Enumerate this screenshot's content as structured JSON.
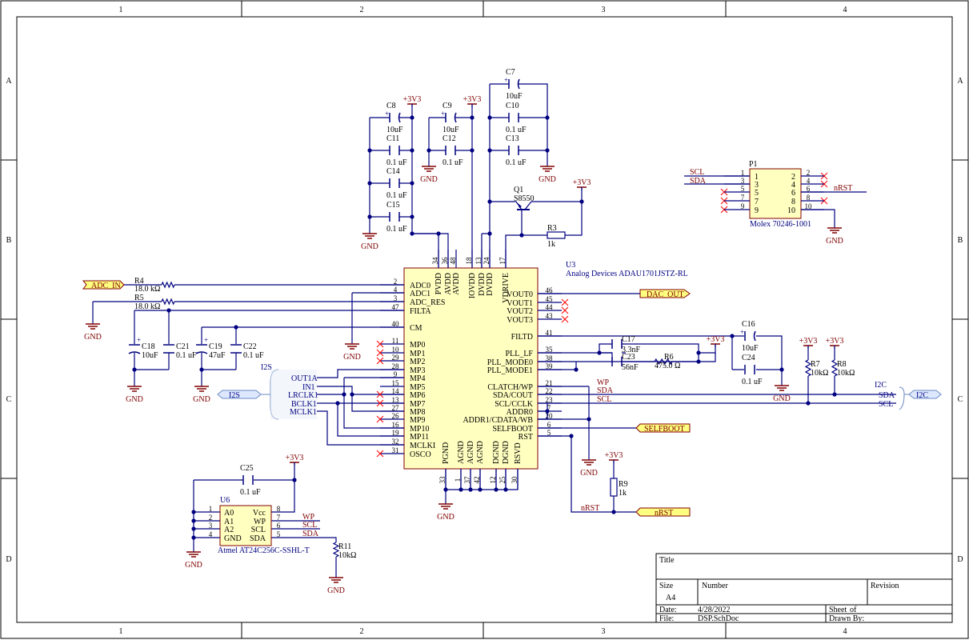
{
  "frame": {
    "cols": [
      "1",
      "2",
      "3",
      "4"
    ],
    "rows": [
      "A",
      "B",
      "C",
      "D"
    ]
  },
  "title_block": {
    "title_label": "Title",
    "size_label": "Size",
    "size_value": "A4",
    "number_label": "Number",
    "revision_label": "Revision",
    "date_label": "Date:",
    "date_value": "4/28/2022",
    "sheet_label": "Sheet",
    "sheet_of": "of",
    "file_label": "File:",
    "file_value": "DSP.SchDoc",
    "drawn_label": "Drawn By:"
  },
  "u3": {
    "designator": "U3",
    "part": "Analog Devices ADAU1701JSTZ-RL",
    "left_pins": [
      {
        "num": "2",
        "name": "ADC0"
      },
      {
        "num": "4",
        "name": "ADC1"
      },
      {
        "num": "3",
        "name": "ADC_RES"
      },
      {
        "num": "47",
        "name": "FILTA"
      },
      {
        "num": "40",
        "name": "CM"
      },
      {
        "num": "11",
        "name": "MP0"
      },
      {
        "num": "10",
        "name": "MP1"
      },
      {
        "num": "29",
        "name": "MP2"
      },
      {
        "num": "28",
        "name": "MP3"
      },
      {
        "num": "9",
        "name": "MP4"
      },
      {
        "num": "15",
        "name": "MP5"
      },
      {
        "num": "14",
        "name": "MP6"
      },
      {
        "num": "13",
        "name": "MP7"
      },
      {
        "num": "27",
        "name": "MP8"
      },
      {
        "num": "26",
        "name": "MP9"
      },
      {
        "num": "16",
        "name": "MP10"
      },
      {
        "num": "19",
        "name": "MP11"
      },
      {
        "num": "32",
        "name": "MCLKI"
      },
      {
        "num": "31",
        "name": "OSCO"
      }
    ],
    "right_pins": [
      {
        "num": "46",
        "name": "VOUT0"
      },
      {
        "num": "45",
        "name": "VOUT1"
      },
      {
        "num": "44",
        "name": "VOUT2"
      },
      {
        "num": "43",
        "name": "VOUT3"
      },
      {
        "num": "41",
        "name": "FILTD"
      },
      {
        "num": "35",
        "name": "PLL_LF"
      },
      {
        "num": "38",
        "name": "PLL_MODE0"
      },
      {
        "num": "39",
        "name": "PLL_MODE1"
      },
      {
        "num": "21",
        "name": "CLATCH/WP"
      },
      {
        "num": "22",
        "name": "SDA/COUT"
      },
      {
        "num": "23",
        "name": "SCL/CCLK"
      },
      {
        "num": "7",
        "name": "ADDR0"
      },
      {
        "num": "20",
        "name": "ADDR1/CDATA/WB"
      },
      {
        "num": "6",
        "name": "SELFBOOT"
      },
      {
        "num": "5",
        "name": "RST"
      }
    ],
    "top_pins": [
      {
        "num": "34",
        "name": "PVDD"
      },
      {
        "num": "36",
        "name": "AVDD"
      },
      {
        "num": "48",
        "name": "AVDD"
      },
      {
        "num": "18",
        "name": "IOVDD"
      },
      {
        "num": "13",
        "name": "DVDD"
      },
      {
        "num": "24",
        "name": "DVDD"
      },
      {
        "num": "17",
        "name": "VDRIVE"
      }
    ],
    "bottom_pins": [
      {
        "num": "33",
        "name": "PGND"
      },
      {
        "num": "1",
        "name": "AGND"
      },
      {
        "num": "37",
        "name": "AGND"
      },
      {
        "num": "42",
        "name": "AGND"
      },
      {
        "num": "12",
        "name": "DGND"
      },
      {
        "num": "25",
        "name": "DGND"
      },
      {
        "num": "30",
        "name": "RSVD"
      }
    ]
  },
  "p1": {
    "designator": "P1",
    "part": "Molex 70246-1001",
    "pins_left": [
      "1",
      "3",
      "5",
      "7",
      "9"
    ],
    "pins_right": [
      "2",
      "4",
      "6",
      "8",
      "10"
    ],
    "net_scl": "SCL",
    "net_sda": "SDA",
    "net_nrst": "nRST"
  },
  "u6": {
    "designator": "U6",
    "part": "Atmel AT24C256C-SSHL-T",
    "left": [
      {
        "num": "1",
        "name": "A0"
      },
      {
        "num": "2",
        "name": "A1"
      },
      {
        "num": "3",
        "name": "A2"
      },
      {
        "num": "4",
        "name": "GND"
      }
    ],
    "right": [
      {
        "num": "8",
        "name": "Vcc"
      },
      {
        "num": "7",
        "name": "WP"
      },
      {
        "num": "6",
        "name": "SCL"
      },
      {
        "num": "5",
        "name": "SDA"
      }
    ],
    "net_wp": "WP",
    "net_scl": "SCL",
    "net_sda": "SDA"
  },
  "q1": {
    "designator": "Q1",
    "part": "S8550"
  },
  "caps": {
    "c7": {
      "ref": "C7",
      "val": "10uF"
    },
    "c8": {
      "ref": "C8",
      "val": "10uF"
    },
    "c9": {
      "ref": "C9",
      "val": "10uF"
    },
    "c10": {
      "ref": "C10",
      "val": "0.1 uF"
    },
    "c11": {
      "ref": "C11",
      "val": "0.1 uF"
    },
    "c12": {
      "ref": "C12",
      "val": "0.1 uF"
    },
    "c13": {
      "ref": "C13",
      "val": "0.1 uF"
    },
    "c14": {
      "ref": "C14",
      "val": "0.1 uF"
    },
    "c15": {
      "ref": "C15",
      "val": "0.1 uF"
    },
    "c16": {
      "ref": "C16",
      "val": "10uF"
    },
    "c17": {
      "ref": "C17",
      "val": "3.3nF"
    },
    "c18": {
      "ref": "C18",
      "val": "10uF"
    },
    "c19": {
      "ref": "C19",
      "val": "47uF"
    },
    "c21": {
      "ref": "C21",
      "val": "0.1 uF"
    },
    "c22": {
      "ref": "C22",
      "val": "0.1 uF"
    },
    "c23": {
      "ref": "C23",
      "val": "56nF"
    },
    "c24": {
      "ref": "C24",
      "val": "0.1 uF"
    },
    "c25": {
      "ref": "C25",
      "val": "0.1 uF"
    }
  },
  "res": {
    "r3": {
      "ref": "R3",
      "val": "1k"
    },
    "r4": {
      "ref": "R4",
      "val": "18.0 kΩ"
    },
    "r5": {
      "ref": "R5",
      "val": "18.0 kΩ"
    },
    "r6": {
      "ref": "R6",
      "val": "475.0 Ω"
    },
    "r7": {
      "ref": "R7",
      "val": "10kΩ"
    },
    "r8": {
      "ref": "R8",
      "val": "10kΩ"
    },
    "r9": {
      "ref": "R9",
      "val": "1k"
    },
    "r11": {
      "ref": "R11",
      "val": "10kΩ"
    }
  },
  "power": {
    "v33": "+3V3",
    "gnd": "GND"
  },
  "ports": {
    "adc_in": "ADC_IN",
    "dac_out": "DAC_OUT",
    "selfboot": "SELFBOOT",
    "nrst": "nRST",
    "i2s": "I2S",
    "i2c": "I2C"
  },
  "nets": {
    "i2s_title": "I2S",
    "outa": "OUT1A",
    "in1": "IN1",
    "lrclk": "LRCLK1",
    "bclk": "BCLK1",
    "mclk": "MCLK1",
    "i2c_title": "I2C",
    "sda": "SDA",
    "scl": "SCL",
    "wp": "WP",
    "nrst": "nRST"
  },
  "colors": {
    "wire": "#000080",
    "body_fill": "#ffffc0",
    "body_stroke": "#800000",
    "net_red": "#800000",
    "port_fill": "#ffff80",
    "harness_fill": "#dde8ff",
    "no_connect": "#ff0000"
  }
}
